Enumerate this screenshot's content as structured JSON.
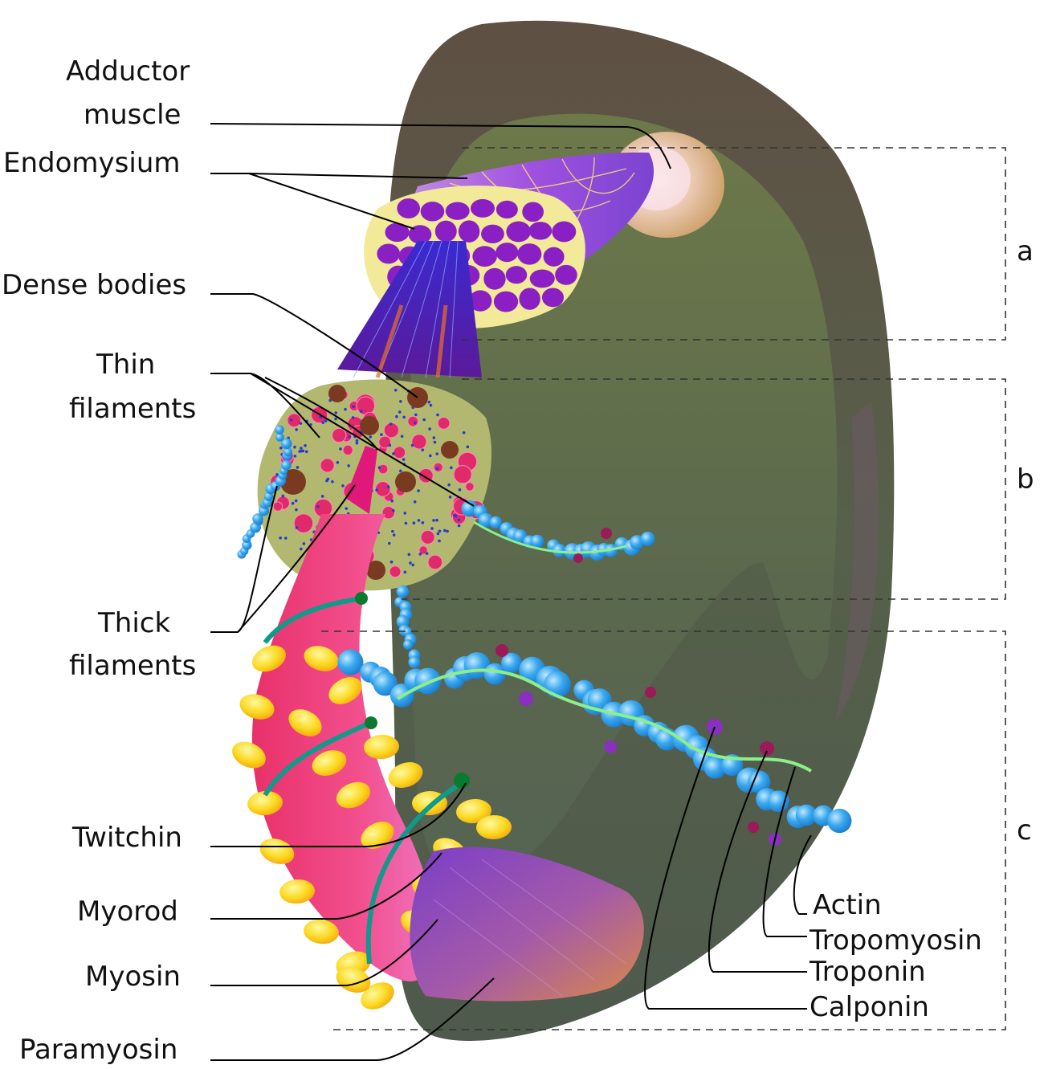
{
  "labels": {
    "adductor_line1": "Adductor",
    "adductor_line2": "muscle",
    "endomysium": "Endomysium",
    "dense_bodies": "Dense bodies",
    "thin_line1": "Thin",
    "thin_line2": "filaments",
    "thick_line1": "Thick",
    "thick_line2": "filaments",
    "twitchin": "Twitchin",
    "myorod": "Myorod",
    "myosin": "Myosin",
    "paramyosin": "Paramyosin",
    "actin": "Actin",
    "tropomyosin": "Tropomyosin",
    "troponin": "Troponin",
    "calponin": "Calponin"
  },
  "sections": {
    "a": "a",
    "b": "b",
    "c": "c"
  },
  "colors": {
    "shell_outer": "#5e5248",
    "shell_inner": "#6b7a4c",
    "adductor_disc": "#d8b888",
    "muscle_fibers": "#8a22c6",
    "bundle_purple": "#9a46d8",
    "fascicle_green": "#a8b56c",
    "dense_body": "#7a3a22",
    "thin_filament": "#2aa4e8",
    "myosin_yellow": "#f8c812",
    "myorod_pink": "#e8407a",
    "twitchin_teal": "#0f9a8a",
    "paramyosin_gradient_start": "#7a44c8",
    "paramyosin_gradient_end": "#d8844a",
    "tropomyosin_green": "#8cf08a",
    "troponin_magenta": "#9a1a5a"
  }
}
